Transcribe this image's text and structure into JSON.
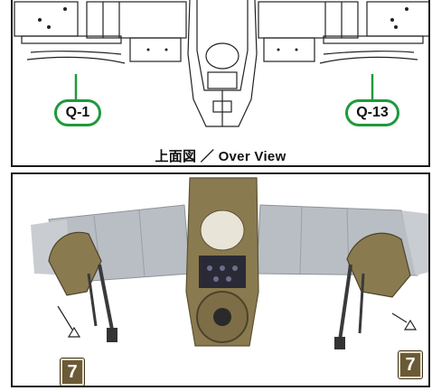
{
  "top_panel": {
    "callouts": [
      {
        "label": "Q-1"
      },
      {
        "label": "Q-13"
      }
    ],
    "caption": "上面図 ／ Over View"
  },
  "bottom_panel": {
    "paint_badges": [
      {
        "number": "7"
      },
      {
        "number": "7"
      }
    ]
  },
  "colors": {
    "callout_ring": "#1e9a3c",
    "paint_badge": "#6b5a36",
    "metal": "#b9bec4",
    "olive": "#8a7a50"
  }
}
